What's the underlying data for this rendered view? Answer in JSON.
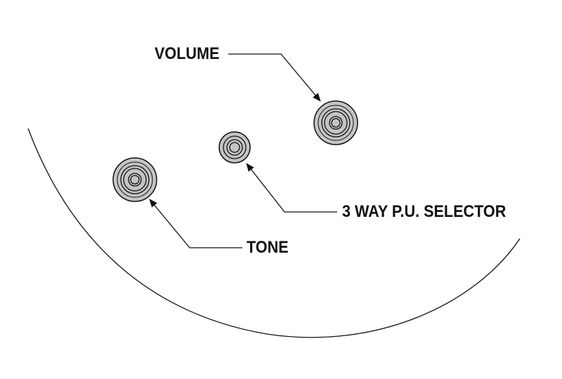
{
  "labels": {
    "volume": "VOLUME",
    "selector": "3 WAY P.U. SELECTOR",
    "tone": "TONE"
  },
  "colors": {
    "knob_fill": "#c4c4c4",
    "line": "#111111"
  }
}
